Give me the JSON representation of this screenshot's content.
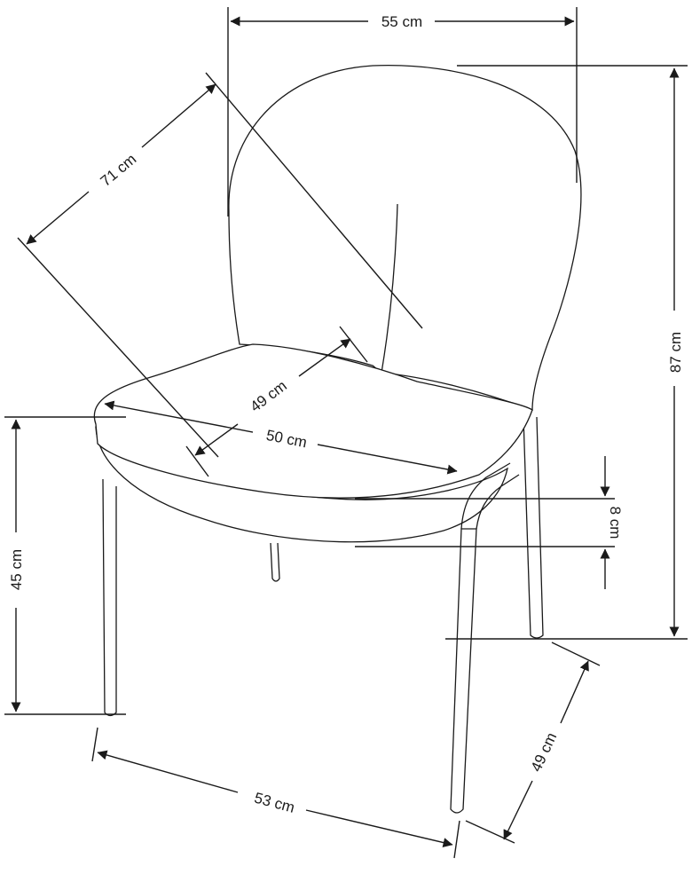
{
  "dimensions": {
    "width_top": "55 cm",
    "back_diagonal": "71 cm",
    "seat_depth": "49 cm",
    "seat_width": "50 cm",
    "seat_thickness": "8 cm",
    "total_height": "87 cm",
    "seat_height": "45 cm",
    "base_width": "53 cm",
    "base_depth": "49 cm"
  },
  "colors": {
    "line": "#1a1a1a",
    "background": "#ffffff"
  }
}
